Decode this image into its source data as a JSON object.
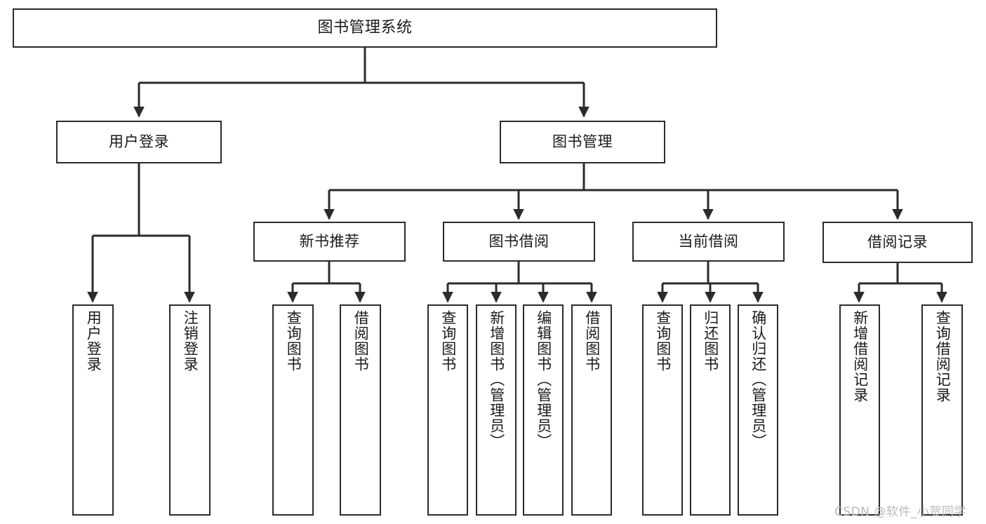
{
  "diagram": {
    "title": "图书管理系统",
    "type": "tree",
    "stroke_color": "#2b2b2b",
    "fill_color": "#ffffff",
    "text_color": "#1a1a1a"
  },
  "nodes": {
    "root": {
      "label": "图书管理系统"
    },
    "level2": [
      {
        "label": "用户登录"
      },
      {
        "label": "图书管理"
      }
    ],
    "level3": [
      {
        "label": "新书推荐"
      },
      {
        "label": "图书借阅"
      },
      {
        "label": "当前借阅"
      },
      {
        "label": "借阅记录"
      }
    ],
    "leaves": {
      "user_login": [
        {
          "label": "用户登录"
        },
        {
          "label": "注销登录"
        }
      ],
      "new_book_recommend": [
        {
          "label": "查询图书"
        },
        {
          "label": "借阅图书"
        }
      ],
      "book_borrow": [
        {
          "label": "查询图书"
        },
        {
          "label": "新增图书（管理员）"
        },
        {
          "label": "编辑图书（管理员）"
        },
        {
          "label": "借阅图书"
        }
      ],
      "current_borrow": [
        {
          "label": "查询图书"
        },
        {
          "label": "归还图书"
        },
        {
          "label": "确认归还（管理员）"
        }
      ],
      "borrow_record": [
        {
          "label": "新增借阅记录"
        },
        {
          "label": "查询借阅记录"
        }
      ]
    }
  },
  "watermark": {
    "text": "CSDN @软件_小贺同学"
  }
}
